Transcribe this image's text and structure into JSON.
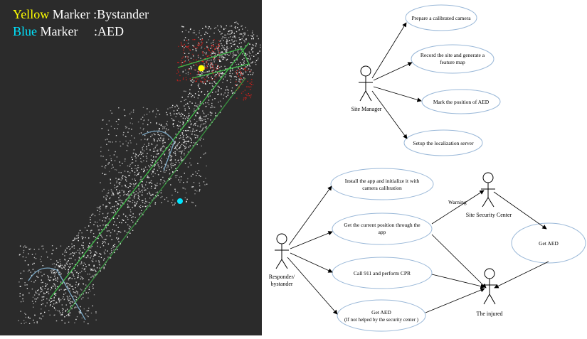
{
  "legend": {
    "yellow_word": "Yellow",
    "yellow_rest": " Marker :Bystander",
    "blue_word": "Blue",
    "blue_rest": " Marker     :AED",
    "yellow_color": "#ffff00",
    "blue_color": "#00e5ff"
  },
  "colors": {
    "map_background": "#2b2b2b",
    "point_cloud": "#ffffff",
    "red_cluster": "#e0201b",
    "trajectory": "#3fbf4a",
    "ellipse_stroke": "#9ab8d8",
    "arrow": "#000000"
  },
  "actors": {
    "site_manager": "Site Manager",
    "responder_line1": "Responder/",
    "responder_line2": "bystander",
    "security_center": "Site Security Center",
    "injured": "The injured"
  },
  "usecases": {
    "prepare_camera": "Prepare a calibrated camera",
    "record_site_l1": "Record the site and generate a",
    "record_site_l2": "feature map",
    "mark_aed": "Mark the position of AED",
    "setup_server": "Setup the localization server",
    "install_app_l1": "Install the app and initialize it with",
    "install_app_l2": "camera calibration",
    "current_pos_l1": "Get the current position through the",
    "current_pos_l2": "app",
    "call_911": "Call 911 and perform CPR",
    "get_aed_l1": "Get AED",
    "get_aed_l2": "(If not helped by the security center )",
    "get_aed_sc": "Get AED"
  },
  "edge_labels": {
    "warning": "Warning"
  }
}
